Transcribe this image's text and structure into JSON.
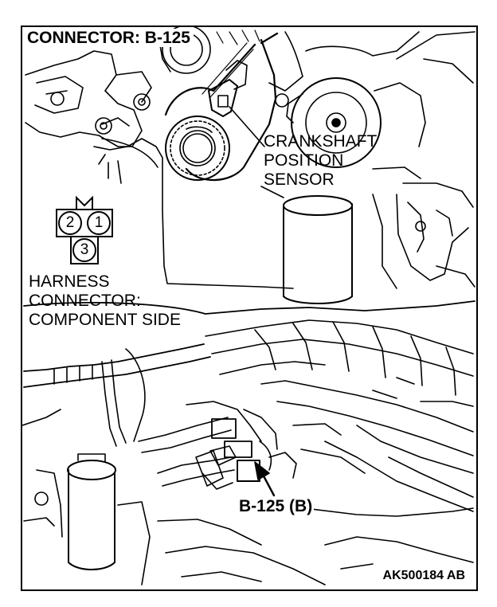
{
  "title": "CONNECTOR: B-125",
  "sensor_label": {
    "line1": "CRANKSHAFT",
    "line2": "POSITION",
    "line3": "SENSOR"
  },
  "harness_label": {
    "line1": "HARNESS",
    "line2": "CONNECTOR:",
    "line3": "COMPONENT SIDE"
  },
  "connector_pins": [
    "2",
    "1",
    "3"
  ],
  "locator_label": "B-125 (B)",
  "figure_code": "AK500184 AB"
}
